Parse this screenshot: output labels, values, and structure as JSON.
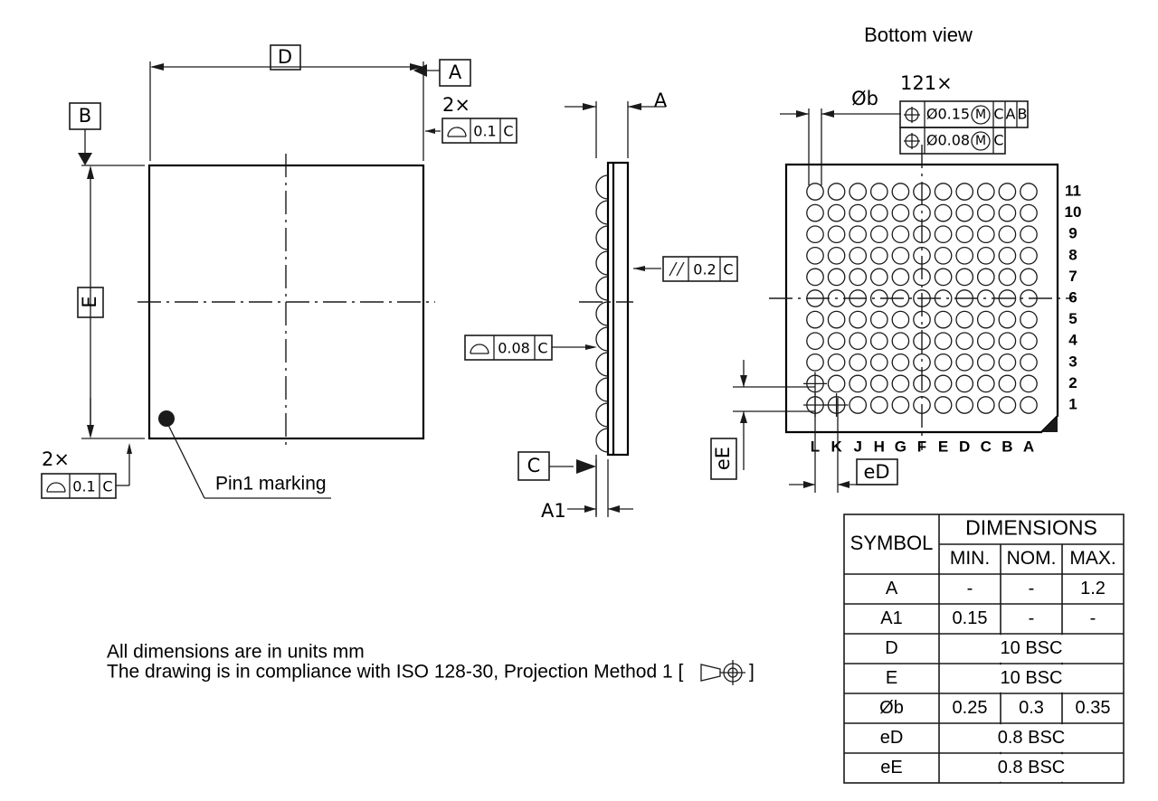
{
  "drawing": {
    "title_bottom_view": "Bottom view",
    "notes": [
      "All dimensions are in units mm",
      "The drawing is in compliance with ISO 128-30, Projection Method 1 ["
    ],
    "note_close_bracket": "]"
  },
  "top_view": {
    "dim_D_label": "D",
    "dim_E_label": "E",
    "datum_A": "A",
    "datum_B": "B",
    "pin1_label": "Pin1 marking",
    "fcf_top": {
      "multiplier": "2×",
      "symbol": "profile-of-surface",
      "tolerance": "0.1",
      "datum": "C"
    },
    "fcf_left": {
      "multiplier": "2×",
      "symbol": "profile-of-surface",
      "tolerance": "0.1",
      "datum": "C"
    }
  },
  "side_view": {
    "dim_A_label": "A",
    "dim_A1_label": "A1",
    "datum_C": "C",
    "fcf_parallel": {
      "symbol": "parallelism",
      "tolerance": "0.2",
      "datum": "C"
    },
    "fcf_profile": {
      "symbol": "profile-of-surface",
      "tolerance": "0.08",
      "datum": "C"
    }
  },
  "bottom_view": {
    "ball_count_label": "121×",
    "ball_dia_label": "Øb",
    "pitch_D_label": "eD",
    "pitch_E_label": "eE",
    "fcf_position_1": {
      "symbol": "true-position",
      "tolerance": "Ø0.15",
      "modifier": "M",
      "datums": [
        "C",
        "A",
        "B"
      ]
    },
    "fcf_position_2": {
      "symbol": "true-position",
      "tolerance": "Ø0.08",
      "modifier": "M",
      "datums": [
        "C"
      ]
    },
    "column_labels": [
      "L",
      "K",
      "J",
      "H",
      "G",
      "F",
      "E",
      "D",
      "C",
      "B",
      "A"
    ],
    "row_labels": [
      "11",
      "10",
      "9",
      "8",
      "7",
      "6",
      "5",
      "4",
      "3",
      "2",
      "1"
    ],
    "grid_rows": 11,
    "grid_cols": 11
  },
  "table": {
    "title": "DIMENSIONS",
    "symbol_header": "SYMBOL",
    "sub_headers": [
      "MIN.",
      "NOM.",
      "MAX."
    ],
    "rows": [
      {
        "symbol": "A",
        "min": "-",
        "nom": "-",
        "max": "1.2",
        "span": false
      },
      {
        "symbol": "A1",
        "min": "0.15",
        "nom": "-",
        "max": "-",
        "span": false
      },
      {
        "symbol": "D",
        "value": "10 BSC",
        "span": true
      },
      {
        "symbol": "E",
        "value": "10 BSC",
        "span": true
      },
      {
        "symbol": "Øb",
        "min": "0.25",
        "nom": "0.3",
        "max": "0.35",
        "span": false
      },
      {
        "symbol": "eD",
        "value": "0.8 BSC",
        "span": true
      },
      {
        "symbol": "eE",
        "value": "0.8 BSC",
        "span": true
      }
    ]
  },
  "colors": {
    "line": "#1a1a1a",
    "object": "#000000",
    "background": "#ffffff"
  }
}
